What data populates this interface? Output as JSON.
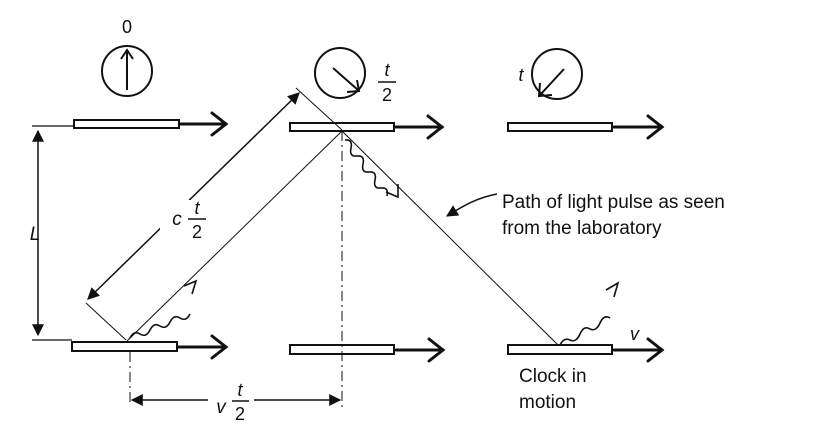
{
  "clocks": [
    {
      "reading": "0"
    },
    {
      "reading_numerator": "t",
      "reading_denominator": "2"
    },
    {
      "reading": "t"
    }
  ],
  "labels": {
    "mirror_separation": "L",
    "light_path_prefix": "c",
    "light_path_numerator": "t",
    "light_path_denominator": "2",
    "displacement_prefix": "v",
    "displacement_numerator": "t",
    "displacement_denominator": "2",
    "path_caption_line1": "Path of light pulse as seen",
    "path_caption_line2": "from the laboratory",
    "velocity": "v",
    "clock_caption_line1": "Clock in",
    "clock_caption_line2": "motion"
  }
}
